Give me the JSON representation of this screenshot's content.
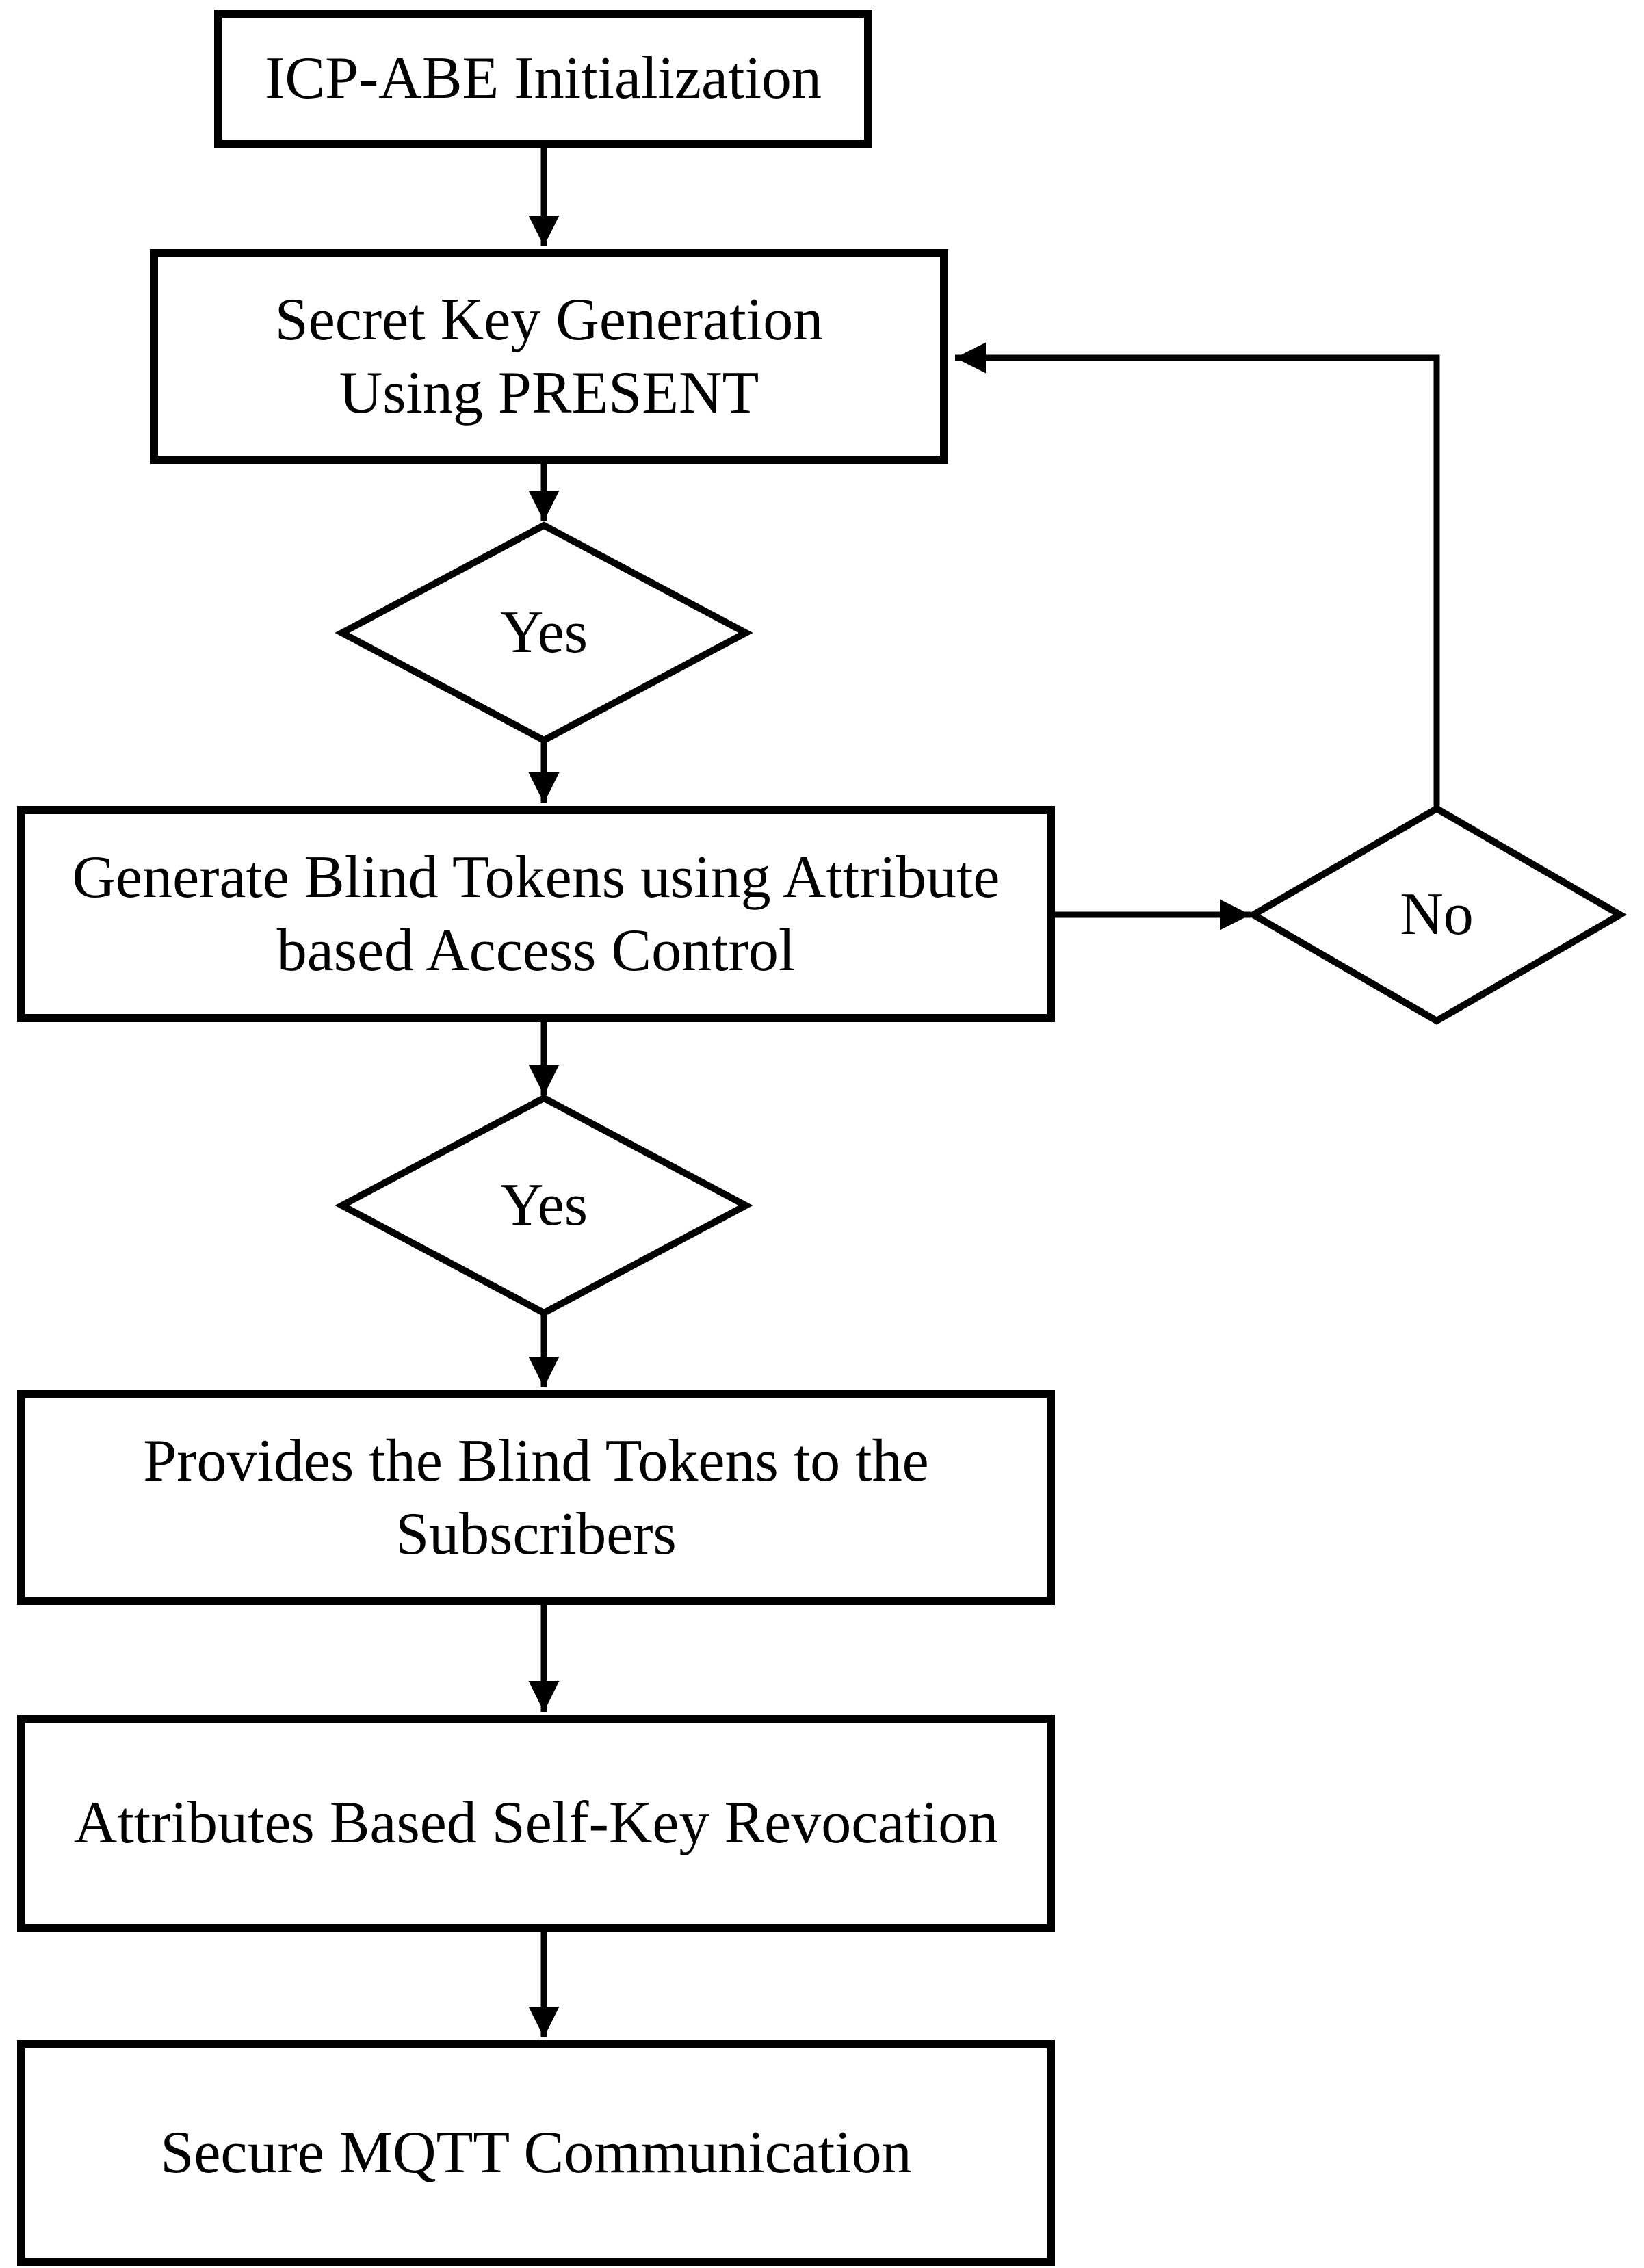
{
  "figure": {
    "type": "flowchart",
    "background_color": "#ffffff",
    "stroke_color": "#000000"
  },
  "nodes": [
    {
      "id": "icp-abe-init",
      "type": "process",
      "lines": [
        "ICP-ABE Initialization"
      ]
    },
    {
      "id": "secret-key-gen",
      "type": "process",
      "lines": [
        "Secret Key Generation",
        "Using PRESENT"
      ]
    },
    {
      "id": "decision-yes-1",
      "type": "decision",
      "label": "Yes"
    },
    {
      "id": "generate-tokens",
      "type": "process",
      "lines": [
        "Generate Blind Tokens using Attribute",
        "based Access Control"
      ]
    },
    {
      "id": "decision-no",
      "type": "decision",
      "label": "No"
    },
    {
      "id": "decision-yes-2",
      "type": "decision",
      "label": "Yes"
    },
    {
      "id": "provide-tokens",
      "type": "process",
      "lines": [
        "Provides the Blind Tokens to the",
        "Subscribers"
      ]
    },
    {
      "id": "self-key-revoke",
      "type": "process",
      "lines": [
        "Attributes Based Self-Key Revocation"
      ]
    },
    {
      "id": "secure-mqtt",
      "type": "process",
      "lines": [
        "Secure MQTT Communication"
      ]
    }
  ],
  "edges": [
    {
      "from": "icp-abe-init",
      "to": "secret-key-gen",
      "direction": "down"
    },
    {
      "from": "secret-key-gen",
      "to": "decision-yes-1",
      "direction": "down"
    },
    {
      "from": "decision-yes-1",
      "to": "generate-tokens",
      "direction": "down"
    },
    {
      "from": "generate-tokens",
      "to": "decision-no",
      "direction": "right"
    },
    {
      "from": "decision-no",
      "to": "secret-key-gen",
      "direction": "up-then-left"
    },
    {
      "from": "generate-tokens",
      "to": "decision-yes-2",
      "direction": "down"
    },
    {
      "from": "decision-yes-2",
      "to": "provide-tokens",
      "direction": "down"
    },
    {
      "from": "provide-tokens",
      "to": "self-key-revoke",
      "direction": "down"
    },
    {
      "from": "self-key-revoke",
      "to": "secure-mqtt",
      "direction": "down"
    }
  ]
}
